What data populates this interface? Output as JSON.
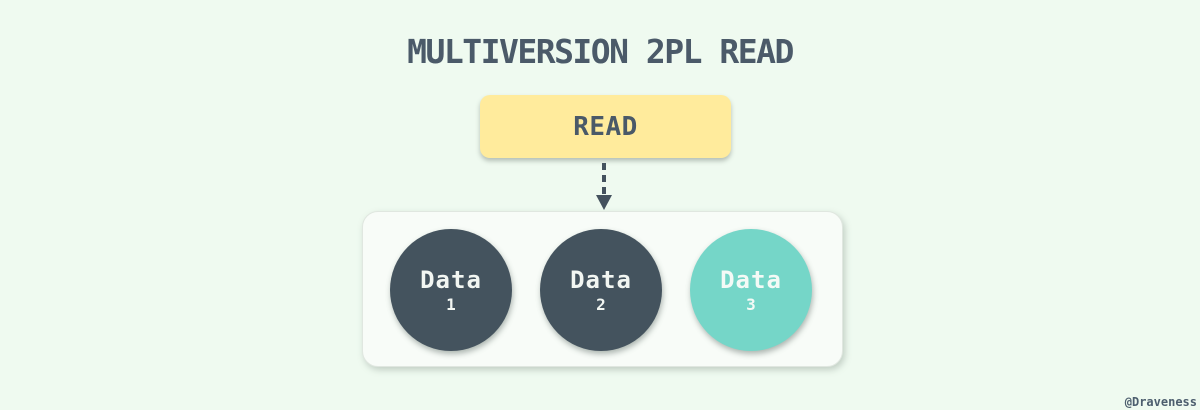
{
  "page": {
    "title": "MULTIVERSION 2PL READ",
    "watermark": "@Draveness",
    "background": "#effaf0",
    "title_color": "#4b5a69"
  },
  "diagram": {
    "read_node": {
      "label": "READ",
      "fill": "#ffeb9c",
      "text_color": "#4a5968"
    },
    "arrow": {
      "style": "dashed",
      "direction": "down",
      "color": "#44525e"
    },
    "store": {
      "fill": "#f8fcf8",
      "border_color": "#e0e7e0",
      "nodes": [
        {
          "label": "Data",
          "version": "1",
          "fill": "#44535e",
          "text_color": "#f2f6f2"
        },
        {
          "label": "Data",
          "version": "2",
          "fill": "#44535e",
          "text_color": "#f2f6f2"
        },
        {
          "label": "Data",
          "version": "3",
          "fill": "#75d6c8",
          "text_color": "#f4faf6"
        }
      ]
    }
  }
}
